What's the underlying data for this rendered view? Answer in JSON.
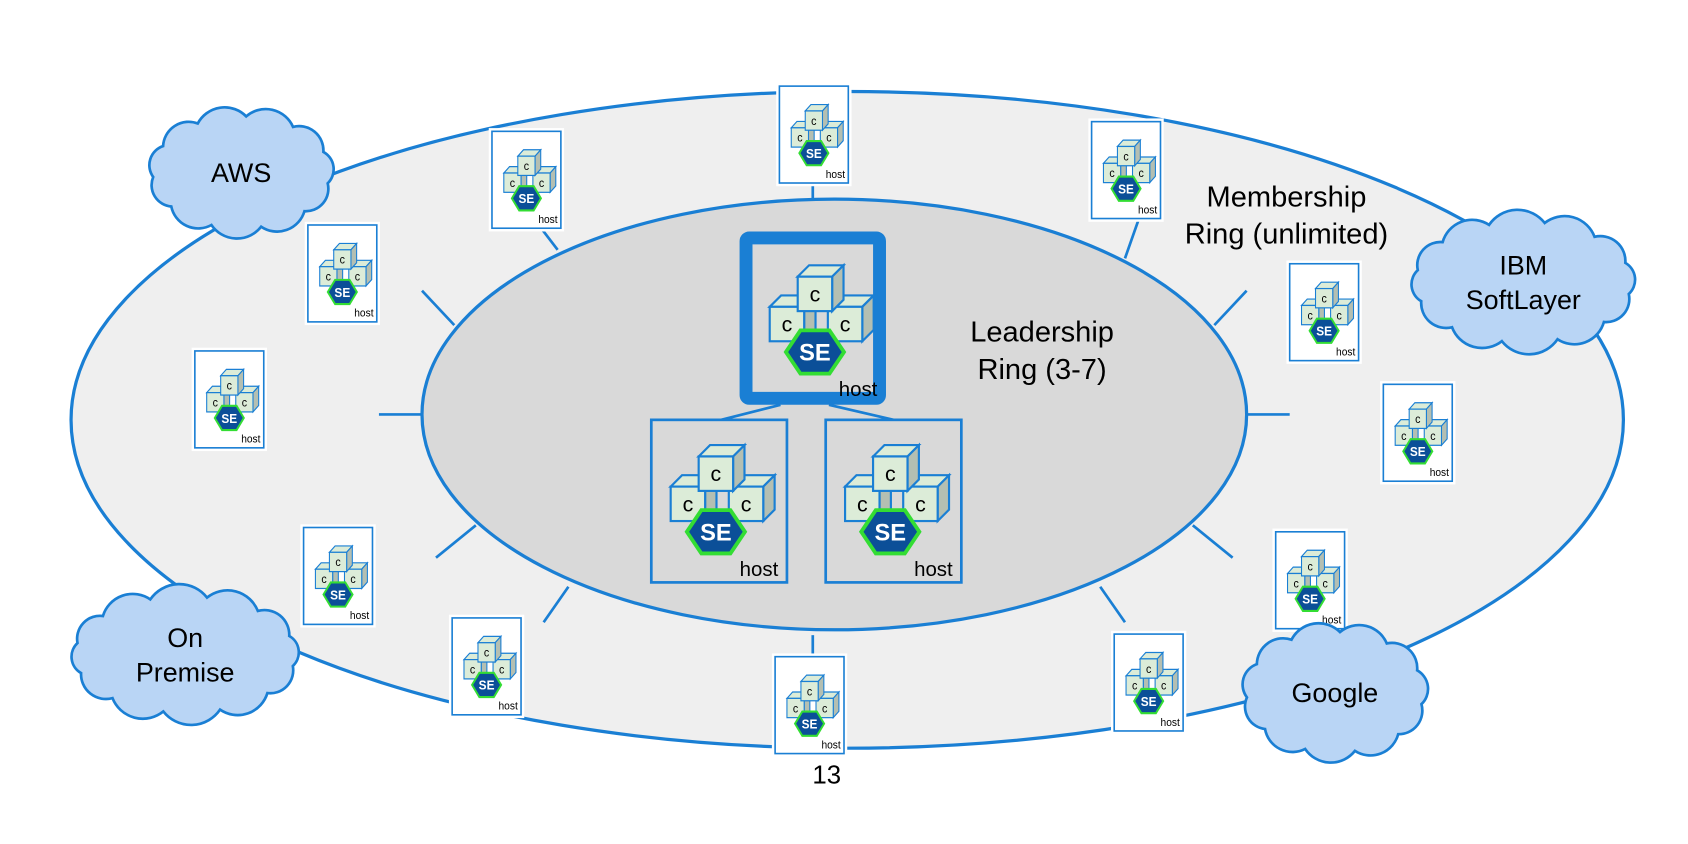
{
  "colors": {
    "ring_stroke": "#1a7fd4",
    "outer_fill": "#efefef",
    "inner_fill": "#d9d9d9",
    "cloud_fill": "#b9d5f5",
    "cube_fill": "#dcecd8",
    "cube_side": "#b4bfb2",
    "se_fill": "#0b4f98",
    "se_stroke": "#33dd33"
  },
  "membership_ring": {
    "line1": "Membership",
    "line2": "Ring (unlimited)"
  },
  "leadership_ring": {
    "line1": "Leadership",
    "line2": "Ring (3-7)"
  },
  "clouds": [
    {
      "id": "aws",
      "lines": [
        "AWS"
      ]
    },
    {
      "id": "ibm",
      "lines": [
        "IBM",
        "SoftLayer"
      ]
    },
    {
      "id": "on-premise",
      "lines": [
        "On",
        "Premise"
      ]
    },
    {
      "id": "google",
      "lines": [
        "Google"
      ]
    }
  ],
  "host": {
    "container_label": "c",
    "engine_label": "SE",
    "host_label": "host"
  },
  "leader_count": 3,
  "member_count": 12,
  "page_number": "13"
}
